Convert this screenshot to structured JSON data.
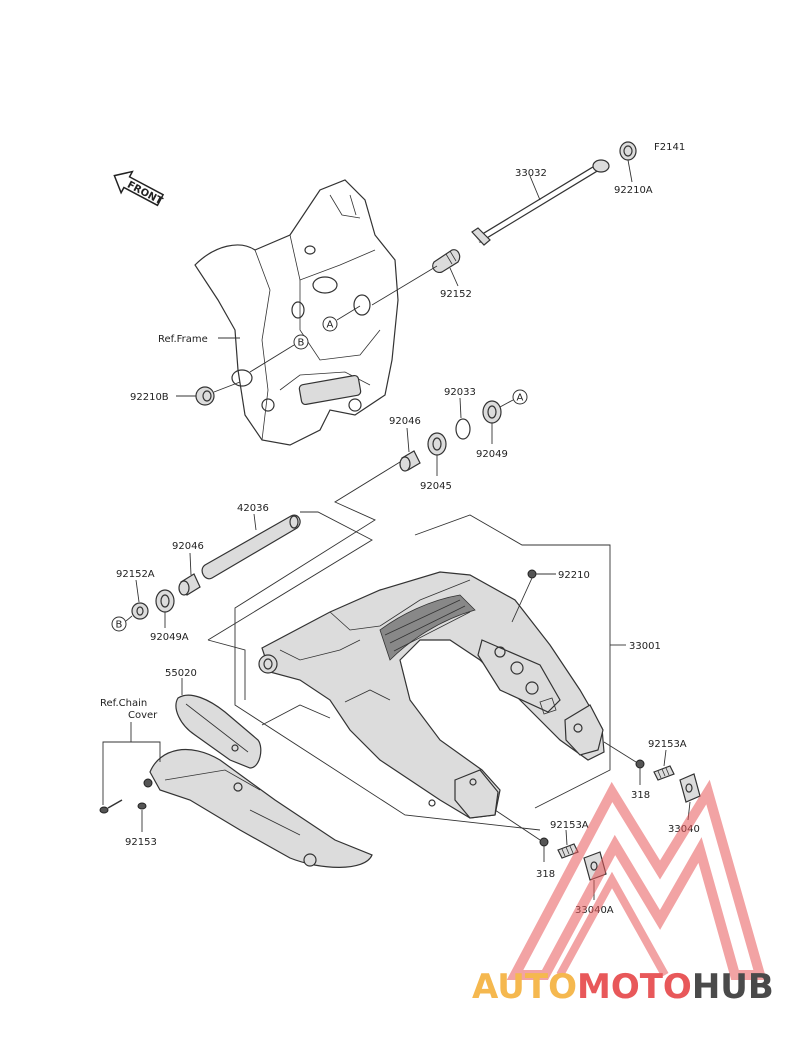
{
  "diagram": {
    "figure_code": "F2141",
    "front_label": "FRONT",
    "labels": {
      "p33032": "33032",
      "p92210A": "92210A",
      "p92152": "92152",
      "ref_frame": "Ref.Frame",
      "p92210B": "92210B",
      "p92033": "92033",
      "p92046_top": "92046",
      "p92049": "92049",
      "p92045": "92045",
      "p42036": "42036",
      "p92046_left": "92046",
      "p92152A": "92152A",
      "p92049A": "92049A",
      "p92210": "92210",
      "p33001": "33001",
      "p55020": "55020",
      "ref_chain_1": "Ref.Chain",
      "ref_chain_2": "Cover",
      "p92153": "92153",
      "p92153A_r": "92153A",
      "p318_r": "318",
      "p33040": "33040",
      "p92153A_b": "92153A",
      "p318_b": "318",
      "p33040A": "33040A"
    },
    "markers": {
      "a1": "A",
      "a2": "A",
      "b1": "B",
      "b2": "B"
    }
  },
  "watermark": {
    "part1": "AUTO",
    "part2": "MOTO",
    "part3": "HUB",
    "colors": {
      "auto": "#f5b84f",
      "moto": "#e8585a",
      "hub": "#4a4a4a",
      "logo": "#e8585a"
    }
  }
}
